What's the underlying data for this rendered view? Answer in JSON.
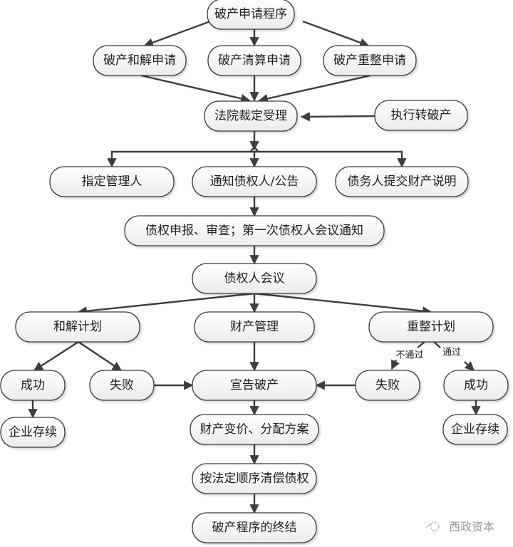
{
  "title": "破产申请程序流程图",
  "nodes": {
    "apply": "破产申请程序",
    "reconcile_apply": "破产和解申请",
    "liquidate_apply": "破产清算申请",
    "reorg_apply": "破产重整申请",
    "court_accept": "法院裁定受理",
    "exec_to_bankrupt": "执行转破产",
    "appoint_admin": "指定管理人",
    "notify_creditors": "通知债权人/公告",
    "debtor_submit": "债务人提交财产说明",
    "claims_review": "债权申报、审查；第一次债权人会议通知",
    "creditors_meeting": "债权人会议",
    "reconcile_plan": "和解计划",
    "property_mgmt": "财产管理",
    "reorg_plan": "重整计划",
    "reconcile_success": "成功",
    "reconcile_fail": "失败",
    "declare_bankrupt": "宣告破产",
    "reorg_fail": "失败",
    "reorg_success": "成功",
    "reconcile_continue": "企业存续",
    "liquidation_plan": "财产变价、分配方案",
    "reorg_continue": "企业存续",
    "pay_claims": "按法定顺序清偿债权",
    "terminate": "破产程序的终结"
  },
  "edge_labels": {
    "not_passed": "不通过",
    "passed": "通过"
  },
  "watermark": "西政资本"
}
